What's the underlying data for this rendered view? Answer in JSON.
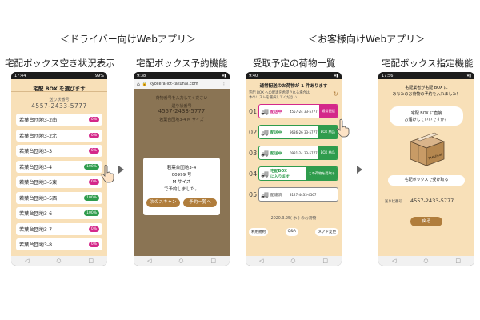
{
  "headings": {
    "driver": "＜ドライバー向けWebアプリ＞",
    "customer": "＜お客様向けWebアプリ＞"
  },
  "captions": [
    "宅配ボックス空き状況表示",
    "宅配ボックス予約機能",
    "受取予定の荷物一覧",
    "宅配ボックス指定機能"
  ],
  "phone1": {
    "time": "17:44",
    "battery": "99%",
    "title": "宅配 BOX を選びます",
    "tracking_label": "送り状番号",
    "tracking_number": "4557-2433-5777",
    "rows": [
      {
        "label": "若葉台団地3-2南",
        "badge": "0%",
        "color": "#d4288a"
      },
      {
        "label": "若葉台団地3-2北",
        "badge": "0%",
        "color": "#d4288a"
      },
      {
        "label": "若葉台団地3-3",
        "badge": "0%",
        "color": "#d4288a"
      },
      {
        "label": "若葉台団地3-4",
        "badge": "100%",
        "color": "#2f9c4d"
      },
      {
        "label": "若葉台団地3-5東",
        "badge": "0%",
        "color": "#d4288a"
      },
      {
        "label": "若葉台団地3-5西",
        "badge": "100%",
        "color": "#2f9c4d"
      },
      {
        "label": "若葉台団地3-6",
        "badge": "100%",
        "color": "#2f9c4d"
      },
      {
        "label": "若葉台団地3-7",
        "badge": "0%",
        "color": "#d4288a"
      },
      {
        "label": "若葉台団地3-8",
        "badge": "0%",
        "color": "#d4288a"
      }
    ]
  },
  "phone2": {
    "time": "9:38",
    "url": "kyocera-iot-takuhai.com",
    "bg_line1": "荷物番号を入力してください",
    "bg_line2": "送り状番号",
    "bg_line3": "4557-2433-5777",
    "bg_line4": "若葉台団地3-4 M サイズ",
    "dialog_line1": "若葉台団地3-4",
    "dialog_line2": "00999 号",
    "dialog_line3": "M サイズ",
    "dialog_line4": "で予約しました。",
    "btn_next": "次のスキャン",
    "btn_list": "予約一覧へ"
  },
  "phone3": {
    "time": "9:40",
    "header1": "通常配送のお荷物が 1 件あります",
    "header2": "宅配 BOX への配達を希望される場合は",
    "header3": "本のリストを選択してください",
    "rows": [
      {
        "num": "01",
        "status": "配送中",
        "code": "4557-24 33-5777",
        "tag": "通常配送",
        "tag_color": "#d4288a",
        "truck_color": "#d4288a"
      },
      {
        "num": "02",
        "status": "配送中",
        "code": "9686-26 33-5777",
        "tag": "BOX 納品",
        "tag_color": "#2f9c4d",
        "truck_color": "#2f9c4d"
      },
      {
        "num": "03",
        "status": "配送中",
        "code": "0981-24 33-5777",
        "tag": "BOX 納品",
        "tag_color": "#2f9c4d",
        "truck_color": "#2f9c4d"
      },
      {
        "num": "04",
        "status": "宅配BOX に入ります",
        "code": "",
        "tag": "この荷物を受取る",
        "tag_color": "#2f9c4d",
        "truck_color": "#2f9c4d"
      },
      {
        "num": "05",
        "status": "配達済",
        "code": "3127-4433-4567",
        "tag": "",
        "tag_color": "#888888",
        "truck_color": "#888888"
      }
    ],
    "date_line": "2020.3.25( 水 ) のお荷物",
    "footer": [
      "利用規約",
      "Q&A",
      "メアド変更"
    ]
  },
  "phone4": {
    "time": "17:56",
    "line1": "宅配業者が宅配 BOX に",
    "line2": "あなたのお荷物の予約を入れました！",
    "bubble1": "宅配 BOX に直接",
    "bubble2": "お届けしていいですか？",
    "box_label": "TAKUHAI",
    "btn_receive": "宅配ボックスで受け取る",
    "tracking_label": "送り状番号",
    "tracking_number": "4557-2433-5777",
    "btn_back": "戻る"
  },
  "nav_glyphs": [
    "◁",
    "○",
    "□"
  ],
  "colors": {
    "screen_bg": "#f8e0b8",
    "brown": "#b07d3c",
    "pink": "#d4288a",
    "green": "#2f9c4d"
  }
}
